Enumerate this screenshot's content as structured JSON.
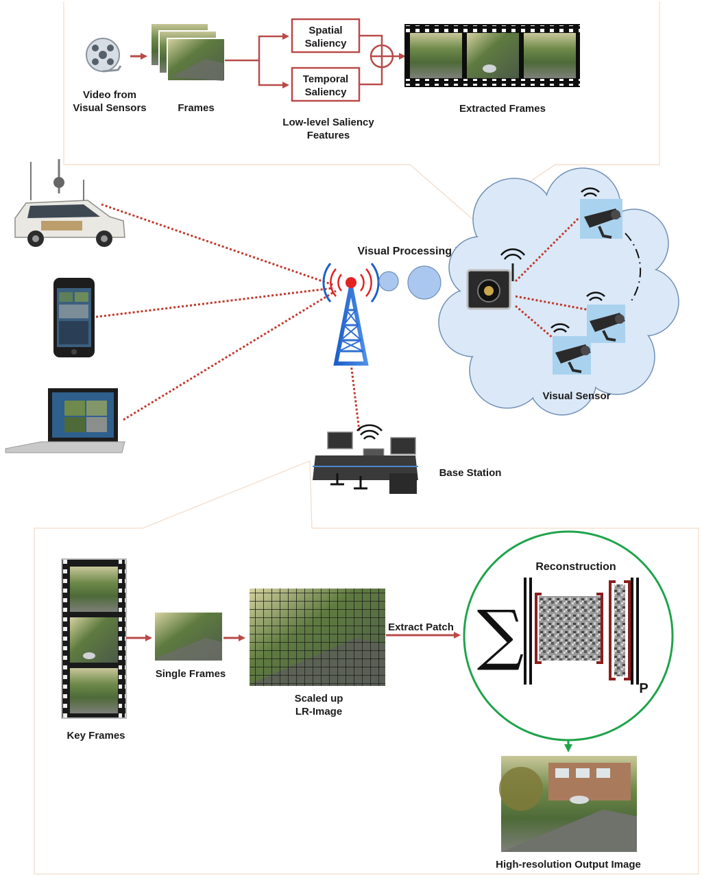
{
  "top_panel": {
    "source_label_line1": "Video from",
    "source_label_line2": "Visual Sensors",
    "frames_label": "Frames",
    "spatial_line1": "Spatial",
    "spatial_line2": "Saliency",
    "temporal_line1": "Temporal",
    "temporal_line2": "Saliency",
    "features_line1": "Low-level Saliency",
    "features_line2": "Features",
    "extracted_label": "Extracted Frames"
  },
  "network": {
    "hub_label": "Visual Processing Hub",
    "sensor_label": "Visual Sensor",
    "base_station_label": "Base Station"
  },
  "bottom_panel": {
    "key_frames_label": "Key Frames",
    "single_frames_label": "Single Frames",
    "scaled_line1": "Scaled up",
    "scaled_line2": "LR-Image",
    "extract_patch_label": "Extract Patch",
    "reconstruction_label": "Reconstruction",
    "sigma_symbol": "∑",
    "p_symbol": "P",
    "output_label": "High-resolution Output Image"
  },
  "colors": {
    "arrow_red": "#b94a48",
    "dotted_red": "#c0392b",
    "panel_border": "#f2d9c8",
    "circle_green": "#1fa34a",
    "cloud_fill": "#dbe8f7",
    "cloud_stroke": "#6f8fb5",
    "hub_bubble": "#aac7f0"
  }
}
